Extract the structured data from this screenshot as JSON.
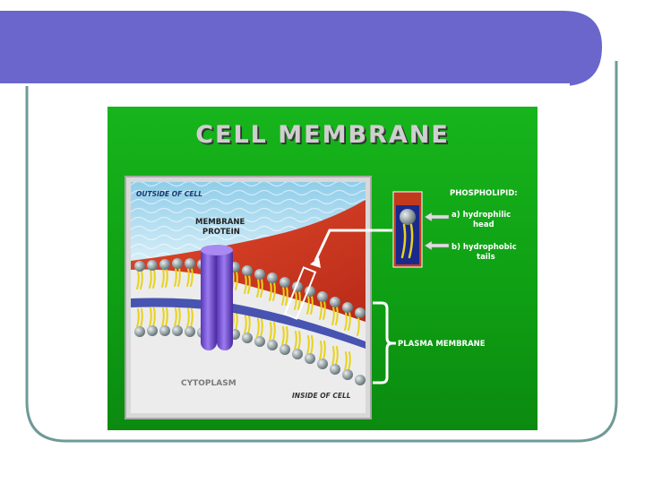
{
  "diagram": {
    "title": "CELL MEMBRANE",
    "labels": {
      "outside": "OUTSIDE OF CELL",
      "membrane_protein_line1": "MEMBRANE",
      "membrane_protein_line2": "PROTEIN",
      "phospholipid": "PHOSPHOLIPID:",
      "head_line1": "a) hydrophilic",
      "head_line2": "head",
      "tails_line1": "b) hydrophobic",
      "tails_line2": "tails",
      "plasma_membrane": "PLASMA MEMBRANE",
      "cytoplasm": "CYTOPLASM",
      "inside": "INSIDE OF CELL"
    },
    "colors": {
      "slide_accent": "#6a66cc",
      "frame_border": "#6f9a98",
      "background_green": "#13a818",
      "extracellular_blue": "#b9dff0",
      "phospholipid_head": "#8f9da0",
      "tail_yellow": "#e8d21a",
      "membrane_protein": "#7b54d6",
      "red_layer": "#d23a22"
    }
  }
}
